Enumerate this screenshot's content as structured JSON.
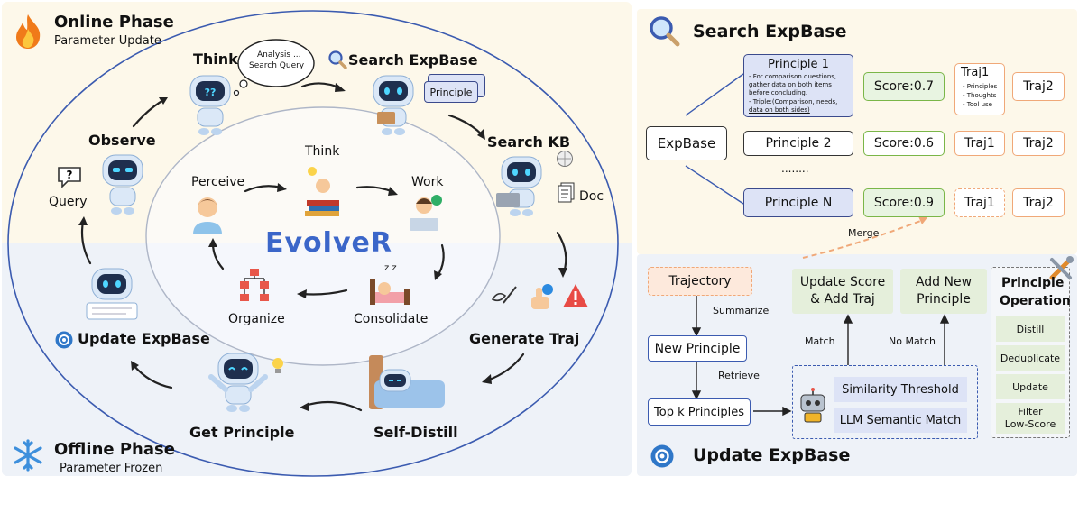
{
  "left": {
    "online_title": "Online Phase",
    "online_sub": "Parameter Update",
    "offline_title": "Offline Phase",
    "offline_sub": "Parameter Frozen",
    "think": "Think",
    "bubble_l1": "Analysis ...",
    "bubble_l2": "Search Query",
    "search_expbase": "Search ExpBase",
    "principle_card": "Principle",
    "search_kb": "Search KB",
    "doc": "Doc",
    "observe": "Observe",
    "query": "Query",
    "generate_traj": "Generate Traj",
    "self_distill": "Self-Distill",
    "get_principle": "Get Principle",
    "update_expbase": "Update ExpBase",
    "center_title": "EvolveR",
    "inner_think": "Think",
    "perceive": "Perceive",
    "work": "Work",
    "organize": "Organize",
    "consolidate": "Consolidate",
    "zzz": "z z"
  },
  "right": {
    "search_title": "Search ExpBase",
    "expbase": "ExpBase",
    "principle1_title": "Principle 1",
    "principle1_l1": "- For comparison questions,",
    "principle1_l2": "gather data on both items",
    "principle1_l3": "before concluding.",
    "principle1_l4": "- Triple:(Comparison, needs,",
    "principle1_l5": "data on both sides)",
    "score1": "Score:0.7",
    "traj1_title": "Traj1",
    "traj1_l1": "- Principles",
    "traj1_l2": "- Thoughts",
    "traj1_l3": "- Tool use",
    "traj2": "Traj2",
    "principle2": "Principle 2",
    "score2": "Score:0.6",
    "traj1": "Traj1",
    "dots": "........",
    "principleN": "Principle N",
    "scoreN": "Score:0.9",
    "merge": "Merge",
    "trajectory": "Trajectory",
    "summarize": "Summarize",
    "new_principle": "New Principle",
    "retrieve": "Retrieve",
    "topk": "Top k Principles",
    "update_score": "Update Score",
    "add_traj": "& Add Traj",
    "add_new": "Add New",
    "principle_word": "Principle",
    "match": "Match",
    "no_match": "No Match",
    "similarity": "Similarity Threshold",
    "llm_match": "LLM Semantic Match",
    "op_title1": "Principle",
    "op_title2": "Operation",
    "distill": "Distill",
    "deduplicate": "Deduplicate",
    "update": "Update",
    "filter1": "Filter",
    "filter2": "Low-Score",
    "update_title": "Update ExpBase"
  },
  "colors": {
    "online_bg": "#fdf8ea",
    "offline_bg": "#eef2f8",
    "ellipse": "#3b5bb0",
    "title_blue": "#3b66c9",
    "principle_fill": "#dde3f6",
    "principle_border": "#3b4a8c",
    "score_fill": "#e8f4e1",
    "score_border": "#7ab648",
    "traj_border": "#f0a878",
    "op_fill": "#e5efdb"
  }
}
